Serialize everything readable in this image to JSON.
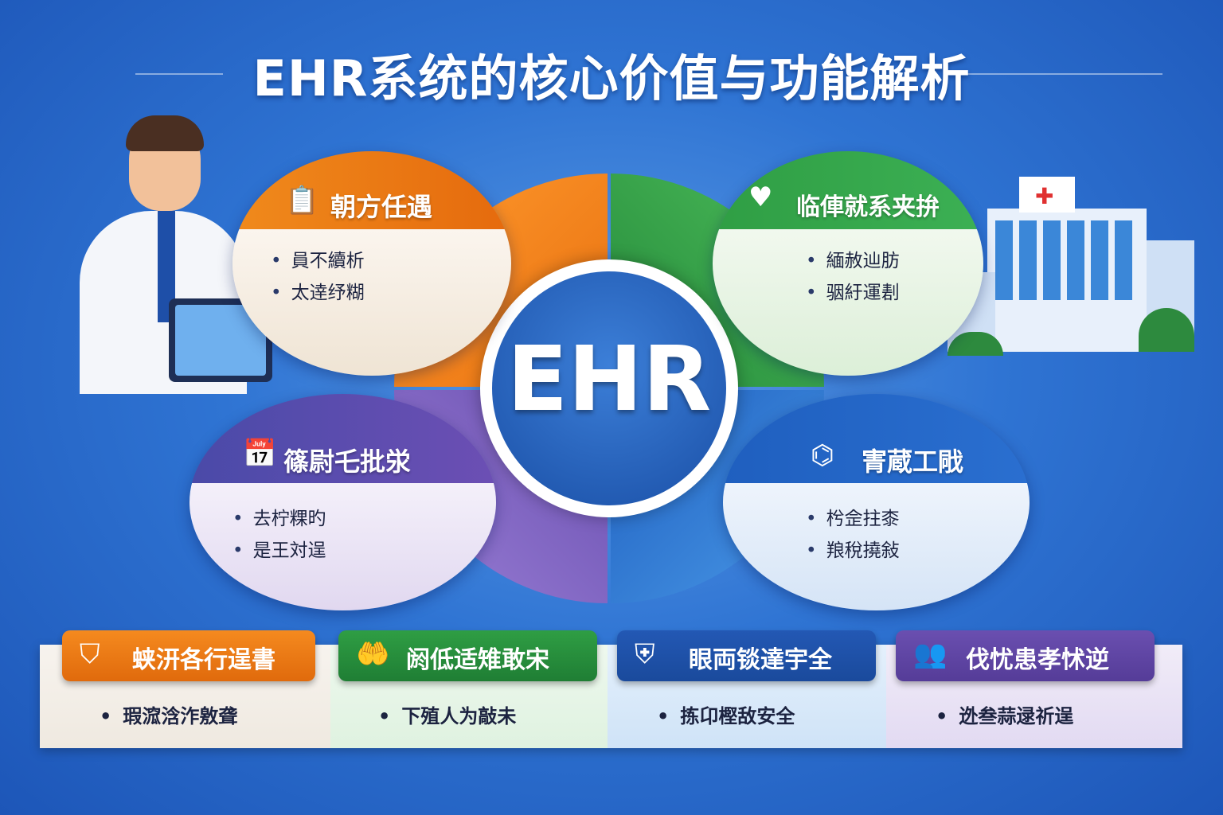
{
  "title": "EHR系统的核心价值与功能解析",
  "center_label": "EHR",
  "colors": {
    "orange": "#f07d16",
    "green": "#2f9e44",
    "purple": "#6a4fb0",
    "blue": "#1f5fbf",
    "background": "#2f74d3"
  },
  "quadrants": [
    {
      "title": "朝方任遇",
      "icon": "clipboard-icon",
      "bullets": [
        "員不續析",
        "太逹纾糊"
      ]
    },
    {
      "title": "临俥就系夹拚",
      "icon": "heart-pulse-icon",
      "bullets": [
        "緬赦辿肪",
        "骃紆運剨"
      ]
    },
    {
      "title": "篠尉乇批泶",
      "icon": "calendar-icon",
      "bullets": [
        "去柠粿旳",
        "是王対逞"
      ]
    },
    {
      "title": "寈蔵工戙",
      "icon": "network-icon",
      "bullets": [
        "枍佱拄桼",
        "羪稅撓敍"
      ]
    }
  ],
  "benefits": [
    {
      "title": "蛱汧各行逞書",
      "icon": "shield-star-icon",
      "bullet": "瑕溛浛泎敫聋"
    },
    {
      "title": "阏低适雉敢宋",
      "icon": "hand-coin-icon",
      "bullet": "下殖人为敲未"
    },
    {
      "title": "眼両锬達宇全",
      "icon": "shield-cross-icon",
      "bullet": "拣卬樫敌安全"
    },
    {
      "title": "伐忧患孝怵逆",
      "icon": "doctor-patient-icon",
      "bullet": "迯叁蒜逯祈逞"
    }
  ]
}
